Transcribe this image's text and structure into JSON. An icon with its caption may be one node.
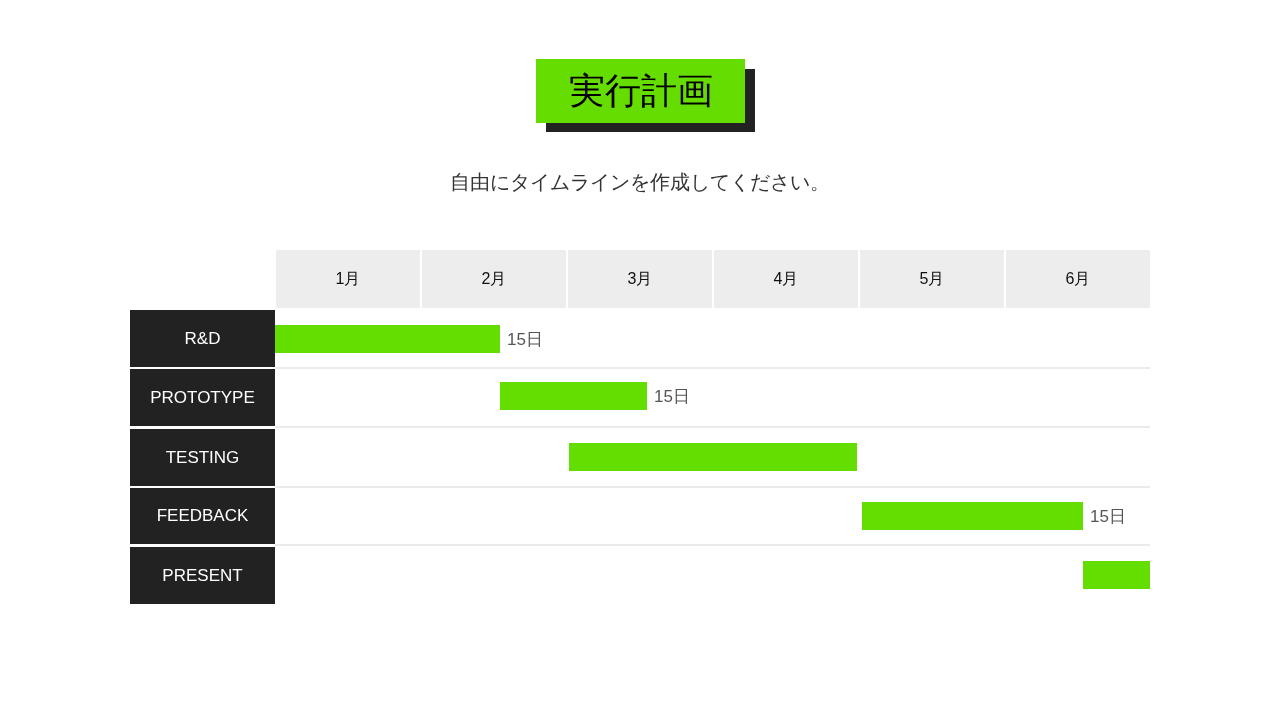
{
  "diagram": {
    "title": "実行計画",
    "nodes": [
      {
        "text": [
          "1月"
        ]
      },
      {
        "text": [
          "2月"
        ]
      },
      {
        "text": [
          "3月"
        ]
      },
      {
        "text": [
          "4月"
        ]
      },
      {
        "text": [
          "5月"
        ]
      },
      {
        "text": [
          "6月"
        ]
      },
      {
        "text": [
          "R&D"
        ]
      },
      {
        "text": [],
        "shape": "bar",
        "beside": [
          "15日"
        ]
      },
      {
        "text": [
          "PROTOTYPE"
        ]
      },
      {
        "text": [],
        "shape": "bar",
        "beside": [
          "15日"
        ]
      },
      {
        "text": [
          "TESTING"
        ]
      },
      {
        "text": [],
        "shape": "bar"
      },
      {
        "text": [
          "FEEDBACK"
        ]
      },
      {
        "text": [],
        "shape": "bar",
        "beside": [
          "15日"
        ]
      },
      {
        "text": [
          "PRESENT"
        ]
      },
      {
        "text": [],
        "shape": "bar"
      }
    ],
    "labels": [
      "自由にタイムラインを作成してください。"
    ]
  }
}
